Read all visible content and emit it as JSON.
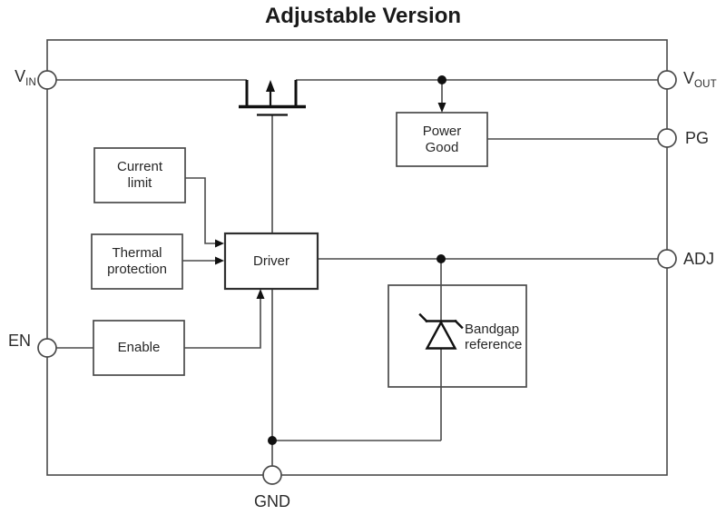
{
  "title": "Adjustable Version",
  "pins": {
    "vin": {
      "base": "V",
      "sub": "IN"
    },
    "vout": {
      "base": "V",
      "sub": "OUT"
    },
    "pg": {
      "label": "PG"
    },
    "adj": {
      "label": "ADJ"
    },
    "en": {
      "label": "EN"
    },
    "gnd": {
      "label": "GND"
    }
  },
  "blocks": {
    "current_limit": {
      "line1": "Current",
      "line2": "limit"
    },
    "thermal_protection": {
      "line1": "Thermal",
      "line2": "protection"
    },
    "enable": {
      "label": "Enable"
    },
    "driver": {
      "label": "Driver"
    },
    "power_good": {
      "line1": "Power",
      "line2": "Good"
    },
    "bandgap_reference": {
      "line1": "Bandgap",
      "line2": "reference"
    }
  },
  "colors": {
    "wire": "#4a4a4a",
    "symbol": "#111111",
    "text": "#262626",
    "background": "#ffffff"
  }
}
